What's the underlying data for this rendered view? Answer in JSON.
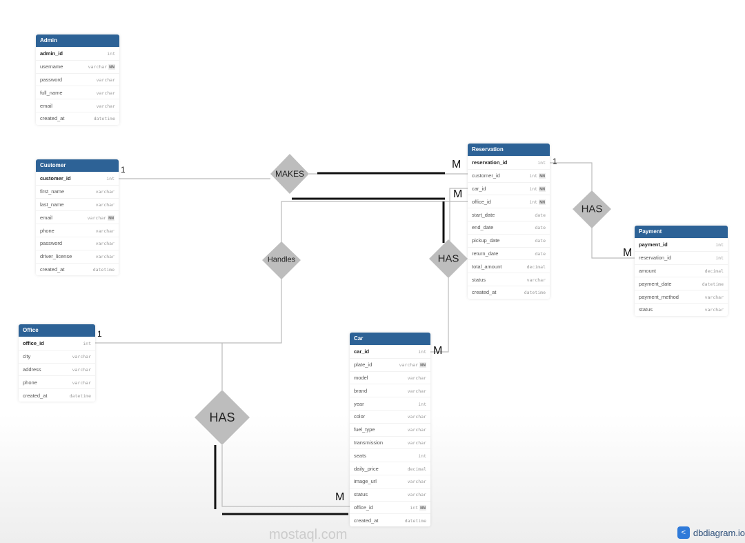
{
  "tables": {
    "admin": {
      "name": "Admin",
      "rows": [
        [
          "admin_id",
          "int",
          "",
          true
        ],
        [
          "username",
          "varchar",
          "NN",
          false
        ],
        [
          "password",
          "varchar",
          "",
          false
        ],
        [
          "full_name",
          "varchar",
          "",
          false
        ],
        [
          "email",
          "varchar",
          "",
          false
        ],
        [
          "created_at",
          "datetime",
          "",
          false
        ]
      ]
    },
    "customer": {
      "name": "Customer",
      "rows": [
        [
          "customer_id",
          "int",
          "",
          true
        ],
        [
          "first_name",
          "varchar",
          "",
          false
        ],
        [
          "last_name",
          "varchar",
          "",
          false
        ],
        [
          "email",
          "varchar",
          "NN",
          false
        ],
        [
          "phone",
          "varchar",
          "",
          false
        ],
        [
          "password",
          "varchar",
          "",
          false
        ],
        [
          "driver_license",
          "varchar",
          "",
          false
        ],
        [
          "created_at",
          "datetime",
          "",
          false
        ]
      ]
    },
    "reservation": {
      "name": "Reservation",
      "rows": [
        [
          "reservation_id",
          "int",
          "",
          true
        ],
        [
          "customer_id",
          "int",
          "NN",
          false
        ],
        [
          "car_id",
          "int",
          "NN",
          false
        ],
        [
          "office_id",
          "int",
          "NN",
          false
        ],
        [
          "start_date",
          "date",
          "",
          false
        ],
        [
          "end_date",
          "date",
          "",
          false
        ],
        [
          "pickup_date",
          "date",
          "",
          false
        ],
        [
          "return_date",
          "date",
          "",
          false
        ],
        [
          "total_amount",
          "decimal",
          "",
          false
        ],
        [
          "status",
          "varchar",
          "",
          false
        ],
        [
          "created_at",
          "datetime",
          "",
          false
        ]
      ]
    },
    "payment": {
      "name": "Payment",
      "rows": [
        [
          "payment_id",
          "int",
          "",
          true
        ],
        [
          "reservation_id",
          "int",
          "",
          false
        ],
        [
          "amount",
          "decimal",
          "",
          false
        ],
        [
          "payment_date",
          "datetime",
          "",
          false
        ],
        [
          "payment_method",
          "varchar",
          "",
          false
        ],
        [
          "status",
          "varchar",
          "",
          false
        ]
      ]
    },
    "office": {
      "name": "Office",
      "rows": [
        [
          "office_id",
          "int",
          "",
          true
        ],
        [
          "city",
          "varchar",
          "",
          false
        ],
        [
          "address",
          "varchar",
          "",
          false
        ],
        [
          "phone",
          "varchar",
          "",
          false
        ],
        [
          "created_at",
          "datetime",
          "",
          false
        ]
      ]
    },
    "car": {
      "name": "Car",
      "rows": [
        [
          "car_id",
          "int",
          "",
          true
        ],
        [
          "plate_id",
          "varchar",
          "NN",
          false
        ],
        [
          "model",
          "varchar",
          "",
          false
        ],
        [
          "brand",
          "varchar",
          "",
          false
        ],
        [
          "year",
          "int",
          "",
          false
        ],
        [
          "color",
          "varchar",
          "",
          false
        ],
        [
          "fuel_type",
          "varchar",
          "",
          false
        ],
        [
          "transmission",
          "varchar",
          "",
          false
        ],
        [
          "seats",
          "int",
          "",
          false
        ],
        [
          "daily_price",
          "decimal",
          "",
          false
        ],
        [
          "image_url",
          "varchar",
          "",
          false
        ],
        [
          "status",
          "varchar",
          "",
          false
        ],
        [
          "office_id",
          "int",
          "NN",
          false
        ],
        [
          "created_at",
          "datetime",
          "",
          false
        ]
      ]
    }
  },
  "relations": {
    "makes": "MAKES",
    "handles": "Handles",
    "has_car": "HAS",
    "has_payment": "HAS",
    "has_office": "HAS"
  },
  "cardinality": {
    "customer_1": "1",
    "res_m_customer": "M",
    "res_m_car": "M",
    "res_1": "1",
    "pay_m": "M",
    "office_1": "1",
    "car_m": "M",
    "car_m_office": "M"
  },
  "branding": {
    "logo": "dbdiagram.io",
    "watermark": "mostaql.com"
  }
}
